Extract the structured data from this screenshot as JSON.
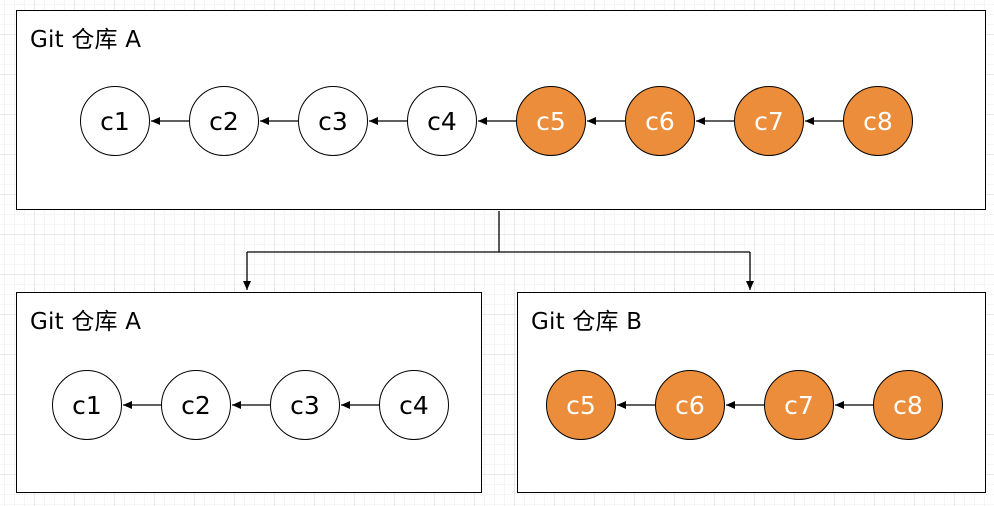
{
  "colors": {
    "migrated_commit": "#eb8d3a",
    "commit": "#ffffff",
    "border": "#000000"
  },
  "top_repo": {
    "title": "Git 仓库 A",
    "commits": [
      {
        "label": "c1",
        "migrated": false
      },
      {
        "label": "c2",
        "migrated": false
      },
      {
        "label": "c3",
        "migrated": false
      },
      {
        "label": "c4",
        "migrated": false
      },
      {
        "label": "c5",
        "migrated": true
      },
      {
        "label": "c6",
        "migrated": true
      },
      {
        "label": "c7",
        "migrated": true
      },
      {
        "label": "c8",
        "migrated": true
      }
    ]
  },
  "left_repo": {
    "title": "Git 仓库 A",
    "commits": [
      {
        "label": "c1",
        "migrated": false
      },
      {
        "label": "c2",
        "migrated": false
      },
      {
        "label": "c3",
        "migrated": false
      },
      {
        "label": "c4",
        "migrated": false
      }
    ]
  },
  "right_repo": {
    "title": "Git 仓库 B",
    "commits": [
      {
        "label": "c5",
        "migrated": true
      },
      {
        "label": "c6",
        "migrated": true
      },
      {
        "label": "c7",
        "migrated": true
      },
      {
        "label": "c8",
        "migrated": true
      }
    ]
  }
}
